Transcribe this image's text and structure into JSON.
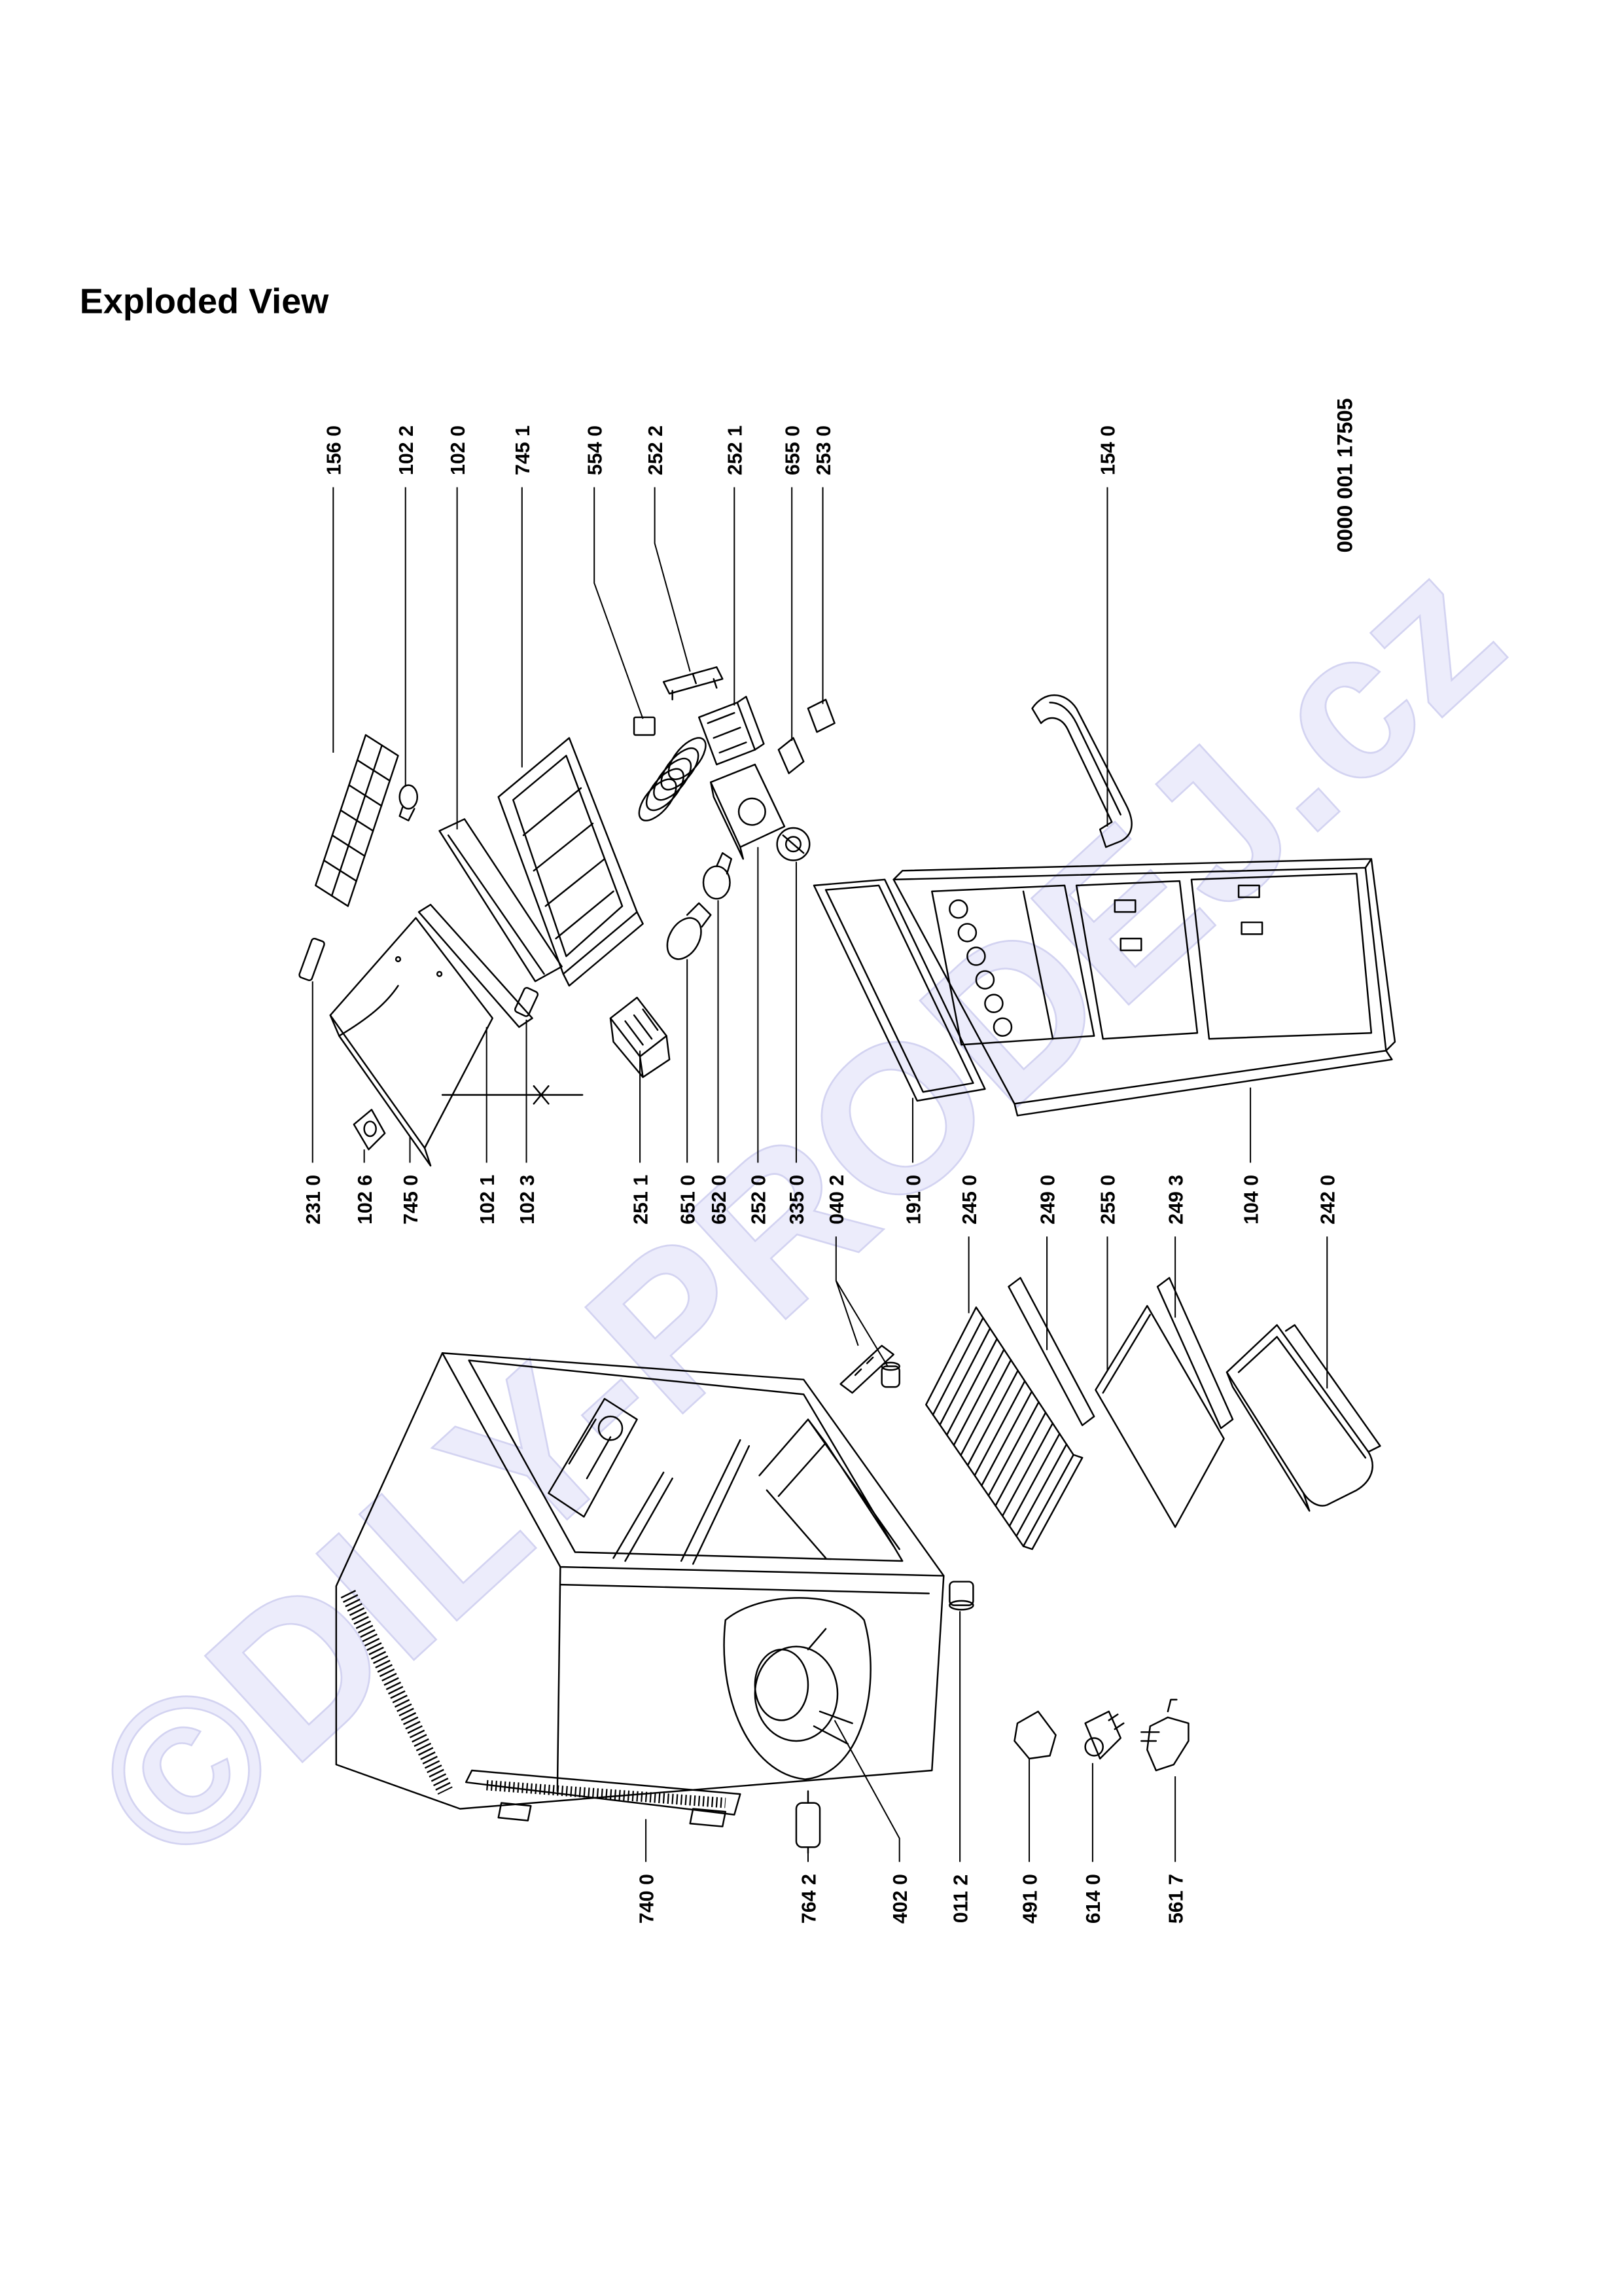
{
  "page": {
    "title": "Exploded View",
    "document_number": "0000 001 17505",
    "watermark": "©DILY-PRODEJ.cz"
  },
  "labels": {
    "top": [
      "156 0",
      "102 2",
      "102 0",
      "745 1",
      "554 0",
      "252 2",
      "252 1",
      "655 0",
      "253 0",
      "154 0"
    ],
    "middle": [
      "231 0",
      "102 6",
      "745 0",
      "102 1",
      "102 3",
      "251 1",
      "651 0",
      "652 0",
      "252 0",
      "335 0",
      "040 2",
      "191 0",
      "245 0",
      "249 0",
      "255 0",
      "249 3",
      "104 0",
      "242 0"
    ],
    "bottom": [
      "740 0",
      "764 2",
      "402 0",
      "011 2",
      "491 0",
      "614 0",
      "561 7"
    ]
  },
  "colors": {
    "ink": "#000000",
    "background": "#ffffff",
    "watermark_fill": "#ececfb",
    "watermark_outline": "#d3d3f1"
  }
}
